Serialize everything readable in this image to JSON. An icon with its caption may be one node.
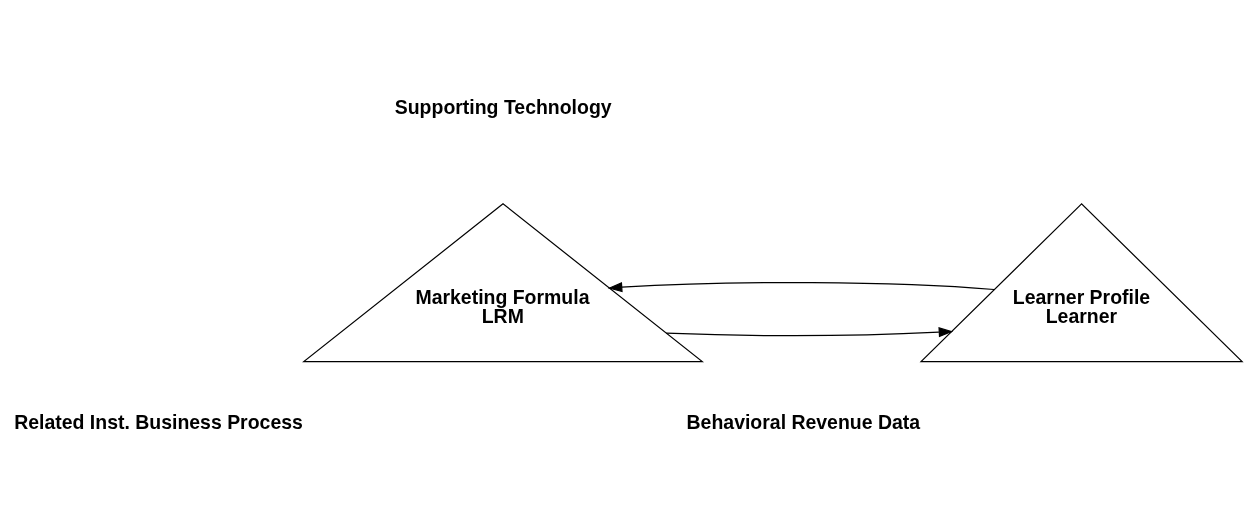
{
  "diagram": {
    "nodes": [
      {
        "text": [
          "Marketing Formula",
          "LRM"
        ],
        "beside": [
          "Related Inst. Business Process"
        ]
      },
      {
        "text": [
          "Learner Profile",
          "Learner"
        ],
        "beside": [
          "Behavioral Revenue Data"
        ]
      }
    ],
    "edges": [
      {
        "from": 0,
        "to": 1,
        "arrow": "to"
      },
      {
        "from": 1,
        "to": 0,
        "arrow": "to"
      }
    ],
    "labels": [
      "Supporting Technology"
    ]
  }
}
